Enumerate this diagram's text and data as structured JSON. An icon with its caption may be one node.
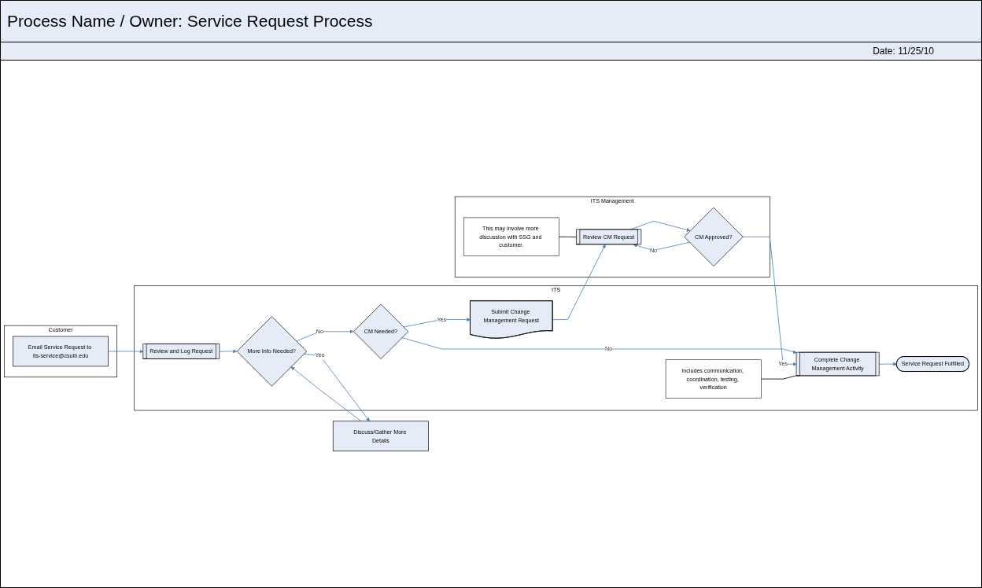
{
  "diagram": {
    "title": "Process Name / Owner:  Service Request Process",
    "nodes": [
      {
        "text": [
          "Customer"
        ]
      },
      {
        "text": [
          "Email Service Request to its-service@csulb.edu"
        ],
        "in": 0
      },
      {
        "text": [
          "Discuss/Gather More Details"
        ]
      },
      {
        "text": [
          "ITS"
        ]
      },
      {
        "text": [
          "Review and Log Request"
        ],
        "in": 3
      },
      {
        "text": [
          "More Info Needed?"
        ],
        "in": 3
      },
      {
        "text": [
          "CM Needed?"
        ],
        "in": 3
      },
      {
        "text": [
          "Submit Change Management Request"
        ],
        "in": 3
      },
      {
        "text": [
          "Complete Change Management Activity"
        ],
        "in": 3
      },
      {
        "text": [
          "Service Request Fulfilled"
        ],
        "in": 3
      },
      {
        "text": [
          "Includes communication, coordination, testing, verification"
        ],
        "in": 3
      },
      {
        "text": [
          "ITS Management"
        ]
      },
      {
        "text": [
          "Review CM Request"
        ],
        "in": 11
      },
      {
        "text": [
          "This may involve more discussion with SSG and customer."
        ],
        "in": 11
      },
      {
        "text": [
          "CM Approved?"
        ],
        "in": 11
      }
    ],
    "edges": [
      {
        "from": 1,
        "to": 4,
        "arrow": "to"
      },
      {
        "from": 4,
        "to": 5,
        "arrow": "to"
      },
      {
        "from": 2,
        "to": 5,
        "arrow": "to"
      },
      {
        "from": 5,
        "to": 2,
        "arrow": "to",
        "label": "Yes"
      },
      {
        "from": 5,
        "to": 6,
        "arrow": "to",
        "label": "No"
      },
      {
        "from": 6,
        "to": 8,
        "arrow": "to",
        "label": "No"
      },
      {
        "from": 6,
        "to": 7,
        "arrow": "to",
        "label": "Yes"
      },
      {
        "from": 7,
        "to": 12,
        "arrow": "to"
      },
      {
        "from": 12,
        "to": 14,
        "arrow": "to"
      },
      {
        "from": 14,
        "to": 12,
        "arrow": "to",
        "label": "No"
      },
      {
        "from": 14,
        "to": 8,
        "arrow": "to",
        "label": "Yes"
      },
      {
        "from": 8,
        "to": 9,
        "arrow": "to"
      },
      {
        "from": 10,
        "to": 8,
        "arrow": "none",
        "color": "#000000"
      },
      {
        "from": 13,
        "to": 12,
        "arrow": "none",
        "color": "#000000"
      }
    ],
    "labels": [
      "Date: 11/25/10"
    ]
  }
}
